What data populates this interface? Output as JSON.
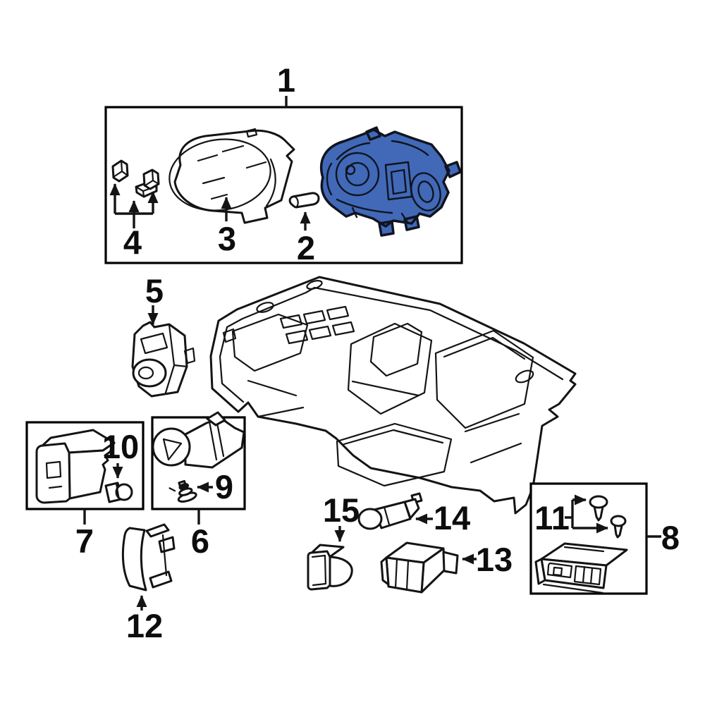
{
  "figure": {
    "kind": "exploded-parts-diagram"
  },
  "colors": {
    "highlight": "#4169b8",
    "line": "#141414",
    "background": "#ffffff"
  },
  "callouts": {
    "c1": "1",
    "c2": "2",
    "c3": "3",
    "c4": "4",
    "c5": "5",
    "c6": "6",
    "c7": "7",
    "c8": "8",
    "c9": "9",
    "c10": "10",
    "c11": "11",
    "c12": "12",
    "c13": "13",
    "c14": "14",
    "c15": "15"
  }
}
